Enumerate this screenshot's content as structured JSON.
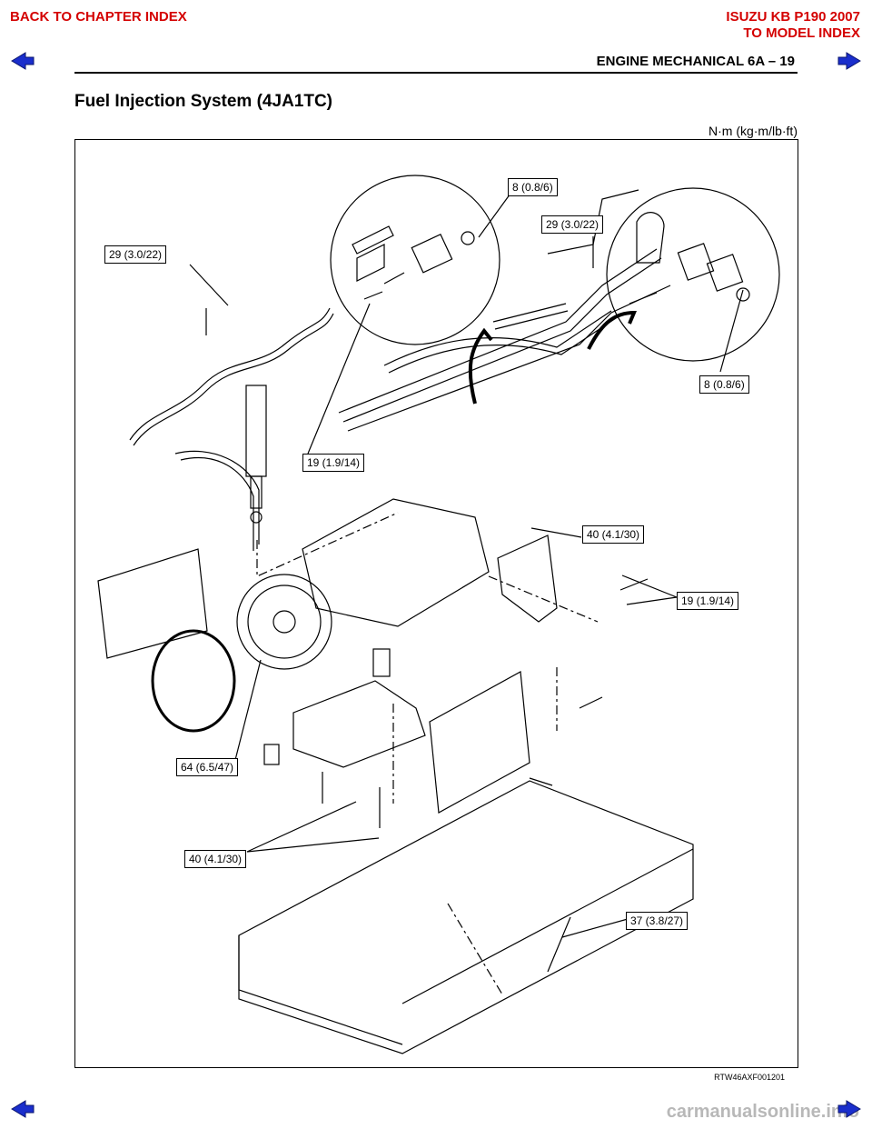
{
  "nav": {
    "back_to_chapter": "BACK TO CHAPTER INDEX",
    "model_title": "ISUZU KB P190 2007",
    "to_model_index": "TO MODEL INDEX"
  },
  "header": {
    "section": "ENGINE MECHANICAL   6A – 19"
  },
  "page": {
    "title": "Fuel Injection System (4JA1TC)",
    "units": "N·m (kg·m/lb·ft)"
  },
  "callouts": [
    "8 (0.8/6)",
    "29 (3.0/22)",
    "29 (3.0/22)",
    "8 (0.8/6)",
    "19 (1.9/14)",
    "40 (4.1/30)",
    "19 (1.9/14)",
    "64 (6.5/47)",
    "40 (4.1/30)",
    "37 (3.8/27)"
  ],
  "figure_code": "RTW46AXF001201",
  "watermark": "carmanualsonline.info",
  "colors": {
    "link_red": "#d40000",
    "arrow_blue": "#1a2ecc"
  },
  "icons": [
    "arrow-left-icon",
    "arrow-right-icon"
  ]
}
